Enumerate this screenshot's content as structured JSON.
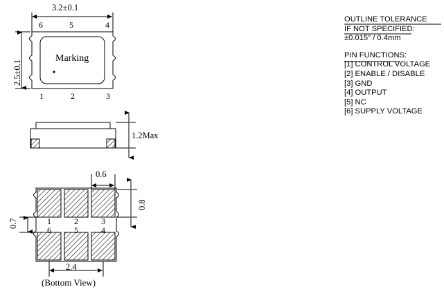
{
  "document": {
    "title": "SMD Oscillator Package Outline Drawing",
    "units": "mm"
  },
  "notes": {
    "tolerance_heading_line1": "OUTLINE TOLERANCE",
    "tolerance_heading_line2": "IF NOT SPECIFIED:",
    "tolerance_value": "±0.015\" / 0.4mm",
    "pin_functions_heading": "PIN FUNCTIONS:",
    "pin_functions": [
      "[1] CONTROL VOLTAGE",
      "[2] ENABLE / DISABLE",
      "[3] GND",
      "[4] OUTPUT",
      "[5] NC",
      "[6] SUPPLY VOLTAGE"
    ]
  },
  "top_view": {
    "width_dim": "3.2±0.1",
    "height_dim": "2.5±0.1",
    "marking_label": "Marking",
    "pins_top": [
      "6",
      "5",
      "4"
    ],
    "pins_bottom": [
      "1",
      "2",
      "3"
    ]
  },
  "side_view": {
    "height_dim": "1.2Max"
  },
  "bottom_view": {
    "caption": "(Bottom View)",
    "pad_width_dim": "0.6",
    "pad_height_dim": "0.8",
    "pad_gap_dim": "0.7",
    "pad_pitch_dim": "2.4",
    "pads_top_row": [
      "1",
      "2",
      "3"
    ],
    "pads_bottom_row": [
      "6",
      "5",
      "4"
    ]
  },
  "colors": {
    "line": "#000000",
    "background": "#ffffff",
    "hatch": "#000000"
  }
}
